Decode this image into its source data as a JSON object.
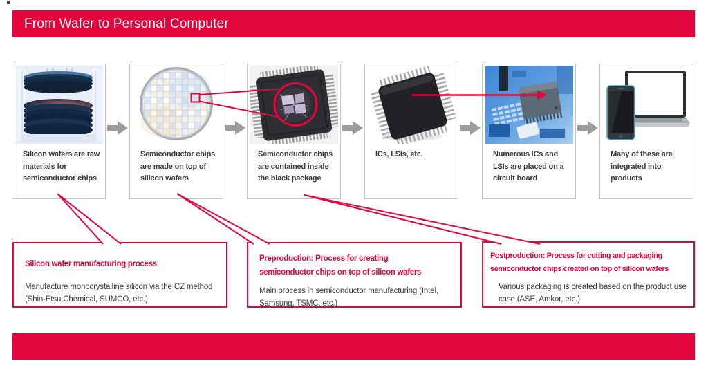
{
  "header": {
    "title": "From Wafer to Personal Computer"
  },
  "steps": [
    {
      "caption": "Silicon wafers are raw materials for semiconductor chips",
      "image": "silicon-wafer-stack-photo"
    },
    {
      "caption": "Semiconductor chips are made on top of silicon wafers",
      "image": "patterned-wafer-illustration"
    },
    {
      "caption": "Semiconductor chips are contained inside the black package",
      "image": "opened-ic-package-photo"
    },
    {
      "caption": "ICs, LSIs, etc.",
      "image": "qfp-chip-photo"
    },
    {
      "caption": "Numerous ICs and LSIs are placed on a circuit board",
      "image": "circuit-board-photo"
    },
    {
      "caption": "Many of these are integrated into products",
      "image": "phone-and-laptop-illustration"
    }
  ],
  "callouts": [
    {
      "title_lines": [
        "Silicon wafer manufacturing process"
      ],
      "body": "Manufacture monocrystalline silicon via the CZ method (Shin-Etsu Chemical, SUMCO, etc.)"
    },
    {
      "title_lines": [
        "Preproduction: Process for creating",
        "semiconductor chips on top of silicon wafers"
      ],
      "body": "Main process in semiconductor manufacturing (Intel, Samsung, TSMC, etc.)"
    },
    {
      "title_lines": [
        "Postproduction: Process for cutting and packaging",
        "semiconductor chips created on top of silicon wafers"
      ],
      "body": "Various packaging is created based on the product use case (ASE, Amkor, etc.)"
    }
  ],
  "colors": {
    "accent_red": "#E2063C",
    "arrow_gray": "#9C9C9C",
    "box_border": "#C6C6C6",
    "text_dark": "#3B3B3B"
  }
}
